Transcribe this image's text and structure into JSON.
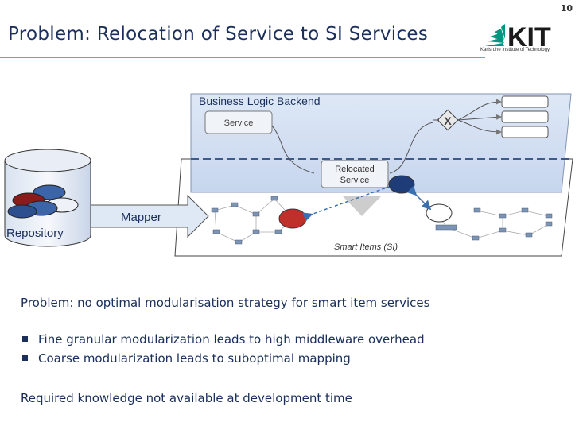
{
  "page_number": "10",
  "title": "Problem: Relocation of Service to SI Services",
  "logo": {
    "text": "KIT",
    "subtitle": "Karlsruhe Institute of Technology"
  },
  "diagram": {
    "backend_label": "Business Logic Backend",
    "service_label": "Service",
    "relocated_label_line1": "Relocated",
    "relocated_label_line2": "Service",
    "smart_items_label": "Smart Items (SI)",
    "mapper_label": "Mapper",
    "repository_label": "Repository",
    "gateway_symbol": "X"
  },
  "body": {
    "problem_statement": "Problem: no optimal modularisation strategy for smart item services",
    "bullets": [
      "Fine granular modularization leads to high middleware overhead",
      "Coarse modularization leads to suboptimal mapping"
    ],
    "conclusion": "Required knowledge not available at development time"
  }
}
